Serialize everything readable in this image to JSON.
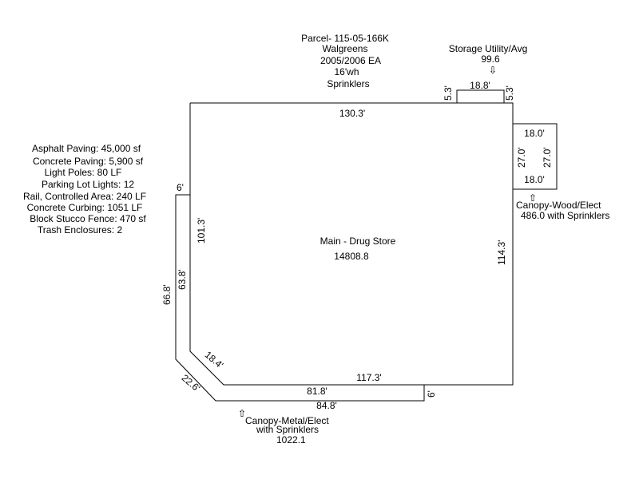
{
  "header": {
    "parcel": "Parcel- 115-05-166K",
    "name": "Walgreens",
    "years": "2005/2006 EA",
    "wall_height": "16'wh",
    "sprinklers": "Sprinklers"
  },
  "storage": {
    "title": "Storage Utility/Avg",
    "value": "99.6",
    "width": "18.8'",
    "side_left": "5.3'",
    "side_right": "5.3'"
  },
  "main": {
    "label": "Main - Drug Store",
    "area": "14808.8",
    "top": "130.3'",
    "right": "114.3'",
    "bottom": "117.3'",
    "left": "101.3'",
    "corner": "18.4'"
  },
  "canopy_wood": {
    "title": "Canopy-Wood/Elect",
    "value": "486.0 with Sprinklers",
    "top": "18.0'",
    "bottom": "18.0'",
    "left": "27.0'",
    "right": "27.0'"
  },
  "canopy_metal": {
    "title": "Canopy-Metal/Elect",
    "sub": "with Sprinklers",
    "value": "1022.1",
    "top_small": "6'",
    "inner_left": "63.8'",
    "outer_left": "66.8'",
    "diag": "22.6'",
    "inner_bottom": "81.8'",
    "outer_bottom": "84.8'",
    "end": "6'"
  },
  "site_items": [
    "Asphalt Paving: 45,000 sf",
    "Concrete Paving: 5,900 sf",
    "Light Poles: 80 LF",
    "Parking Lot Lights: 12",
    "Rail, Controlled Area: 240 LF",
    "Concrete Curbing: 1051 LF",
    "Block Stucco Fence: 470 sf",
    "Trash Enclosures: 2"
  ],
  "icons": {
    "arrow_down": "⇩",
    "arrow_up": "⇧"
  }
}
